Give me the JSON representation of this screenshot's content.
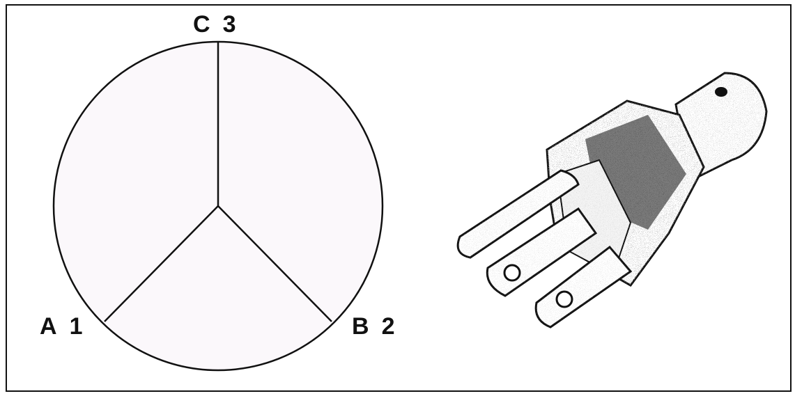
{
  "diagram": {
    "fill_color": "#fbf8fb",
    "stroke_color": "#111111",
    "phases": [
      {
        "letter": "C",
        "number": "3"
      },
      {
        "letter": "A",
        "number": "1"
      },
      {
        "letter": "B",
        "number": "2"
      }
    ]
  },
  "illustration": {
    "icon": "three-prong-power-plug-icon"
  }
}
